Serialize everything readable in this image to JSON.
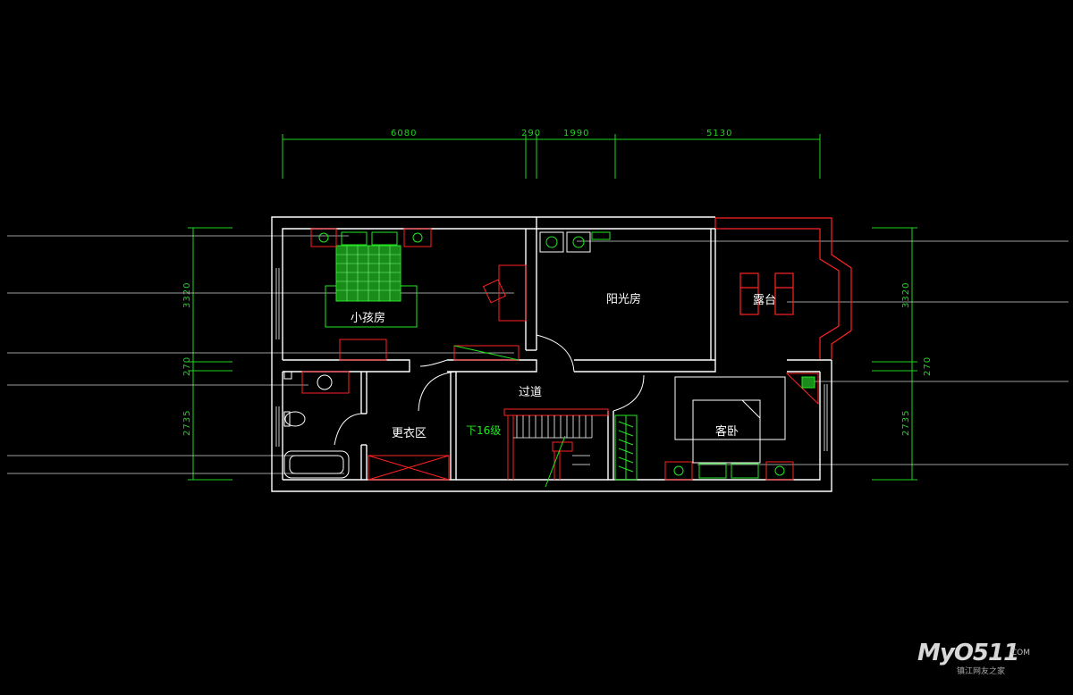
{
  "plan": {
    "rooms": {
      "kids_room": "小孩房",
      "sun_room": "阳光房",
      "balcony": "露台",
      "corridor": "过道",
      "dressing": "更衣区",
      "guest_room": "客卧"
    },
    "stair_note": "下16级",
    "dims_top": [
      "6080",
      "290",
      "1990",
      "5130"
    ],
    "dims_left": [
      "3320",
      "270",
      "2735"
    ],
    "dims_right": [
      "3320",
      "270",
      "2735"
    ]
  },
  "watermark": {
    "logo": "MyO511",
    "suffix": ".COM",
    "subtitle": "镇江网友之家"
  },
  "colors": {
    "wall": "#ffffff",
    "dimension": "#1fd31f",
    "furniture": "#22e622",
    "accent": "#ff2222",
    "leader": "#cfcfcf"
  }
}
